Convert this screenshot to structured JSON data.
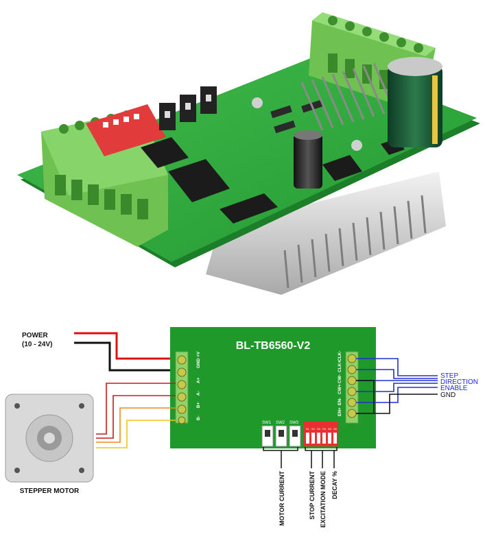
{
  "board": {
    "title": "BL-TB6560-V2",
    "left_pins": [
      "GND +V",
      "A+",
      "A-",
      "B+",
      "B-"
    ],
    "right_pins": [
      "CLK-",
      "CLK+",
      "CW-",
      "CW+",
      "EN-",
      "EN+"
    ],
    "switches": [
      "SW1",
      "SW2",
      "SW3"
    ],
    "dip_labels": [
      "S1",
      "S2",
      "S3",
      "S4",
      "S5",
      "S6"
    ]
  },
  "power": {
    "label": "POWER",
    "range": "(10 - 24V)"
  },
  "motor": {
    "label": "STEPPER MOTOR"
  },
  "signals": [
    "STEP",
    "DIRECTION",
    "ENABLE",
    "GND"
  ],
  "settings": [
    "MOTOR CURRENT",
    "STOP CURRENT",
    "EXCITATION MODE",
    "DECAY %"
  ],
  "colors": {
    "board_green": "#1f9a2a",
    "terminal_green": "#8ed36a",
    "power_positive": "#e01010",
    "power_negative": "#111111",
    "signal_blue": "#1f2bd6",
    "motor_wire_red": "#c81818",
    "motor_wire_orange": "#f08a1a",
    "motor_wire_yellow": "#f2c31a",
    "dip_red": "#e83030"
  }
}
